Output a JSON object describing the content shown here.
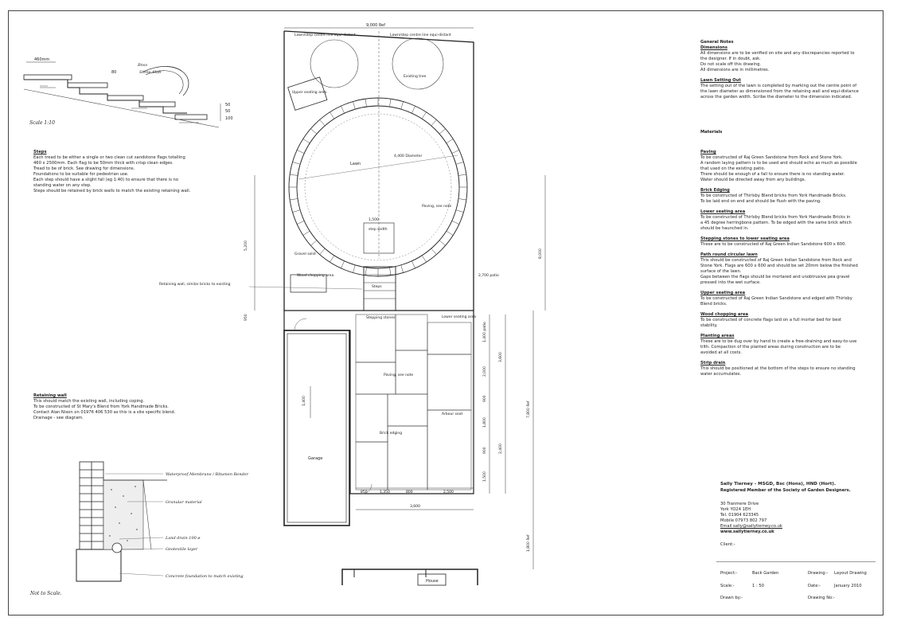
{
  "steps_detail": {
    "dims": [
      "460mm",
      "80",
      "50",
      "50",
      "100"
    ],
    "label_bnss": "Bnss",
    "label_stone_slab": "Stone Slab",
    "scale": "Scale 1:10"
  },
  "steps_notes": {
    "heading": "Steps",
    "lines": [
      "Each tread to be either a single or two clean cut sandstone flags totalling",
      "460 x 2500mm. Each flag to be 50mm thick with crisp clean edges.",
      "Tread to be of brick. See drawing for dimensions.",
      "Foundations to be suitable for pedestrian use.",
      "Each step should have a slight fall (eg 1:40) to ensure that there is no",
      "standing water on any step.",
      "Steps should be retained by brick walls to match the existing retaining wall."
    ]
  },
  "retaining_notes": {
    "heading": "Retaining wall",
    "lines": [
      "This should match the existing wall, including coping.",
      "To be constructed of St Mary's Blend from York Handmade Bricks.",
      "Contact Alan Nixon on 01976 406 530 as this is a site specific blend.",
      "Drainage - see diagram."
    ]
  },
  "wall_section": {
    "labels": [
      "Waterproof Membrane / Bitumen Render",
      "Granular material",
      "Land drain 100 ø",
      "Geotextile layer",
      "Concrete foundation to match existing"
    ],
    "not_to_scale": "Not to Scale."
  },
  "plan": {
    "top_dim": "9,000 Ref",
    "lawn_note_left": "Lawn/step centre line equi-distant",
    "lawn_note_right": "Lawn/step centre line equi-distant",
    "existing_tree": "Existing tree",
    "upper_seating": "Upper seating area",
    "lawn": "Lawn",
    "diameter": "4,400 Diameter",
    "paving": "Paving, see note",
    "step_dim": "1,500",
    "step_width": "step width",
    "gravel": "Gravel solid",
    "wood_chopping": "Wood chopping area",
    "steps": "Steps",
    "retaining_label": "Retaining wall, similar bricks to existing",
    "patio": "2,700 patio",
    "stepping_stones": "Stepping stones",
    "lower_seating": "Lower seating area",
    "paving2": "Paving, see note",
    "arbour": "Arbour seat",
    "brick_edging": "Brick edging",
    "garage": "Garage",
    "house": "House",
    "dims_left": [
      "5,200",
      "950",
      "1,400"
    ],
    "dims_right": [
      "8,000",
      "1,400 patio",
      "2,000",
      "3,600",
      "900",
      "1,800",
      "900",
      "1,500",
      "2,400",
      "7,800 Ref",
      "1,800 Ref"
    ],
    "dims_bottom": [
      "850",
      "1,350",
      "800",
      "2,500",
      "3,600"
    ]
  },
  "general_notes": {
    "heading": "General Notes",
    "dimensions_heading": "Dimensions",
    "dimensions_lines": [
      "All dimensions are to be verified on site and any discrepancies reported to",
      "the designer. If in doubt, ask.",
      "Do not scale off this drawing.",
      "All dimensions are in millimetres."
    ],
    "lawn_heading": "Lawn Setting Out",
    "lawn_lines": [
      "The setting out of the lawn is completed by marking out the centre point of",
      "the lawn diameter as dimensioned from the retaining wall and equi-distance",
      "across the garden width. Scribe the diameter to the dimension indicated."
    ]
  },
  "materials": {
    "heading": "Materials",
    "sections": [
      {
        "title": "Paving",
        "lines": [
          "To be constructed of Raj Green Sandstone from Rock and Stone York.",
          "A random laying pattern is to be used and should echo as much as possible",
          "that used on the existing patio.",
          "There should be enough of a fall to ensure there is no standing water.",
          "Water should be directed away from any buildings."
        ]
      },
      {
        "title": "Brick Edging",
        "lines": [
          "To be constructed of Thirlsby Blend bricks from York Handmade Bricks.",
          "To be laid end on end and should be flush with the paving."
        ]
      },
      {
        "title": "Lower seating area",
        "lines": [
          "To be constructed of Thirlsby Blend bricks from York Handmade Bricks in",
          "a 45 degree herringbone pattern. To be edged with the same brick which",
          "should be haunched in."
        ]
      },
      {
        "title": "Stepping stones to lower seating area",
        "lines": [
          "These are to be constructed of Raj Green Indian Sandstone 600 x 600."
        ]
      },
      {
        "title": "Path round circular lawn",
        "lines": [
          "This should be constructed of Raj Green Indian Sandstone from Rock and",
          "Stone York. Flags are 600 x 600 and should be set 20mm below the finished",
          "surface of the lawn.",
          "Gaps between the flags should be mortared and unobtrusive pea gravel",
          "pressed into the wet surface."
        ]
      },
      {
        "title": "Upper seating area",
        "lines": [
          "To be constructed of Raj Green Indian Sandstone and edged with Thirlsby",
          "Blend bricks."
        ]
      },
      {
        "title": "Wood chopping area",
        "lines": [
          "To be constructed of concrete flags laid on a full mortar bed for best",
          "stability."
        ]
      },
      {
        "title": "Planting areas",
        "lines": [
          "These are to be dug over by hand to create a free-draining and easy-to-use",
          "tilth. Compaction of the planted areas during construction are to be",
          "avoided at all costs."
        ]
      },
      {
        "title": "Strip drain",
        "lines": [
          "This should be positioned at the bottom of the steps to ensure no standing",
          "water accumulates."
        ]
      }
    ]
  },
  "title_block": {
    "name": "Sally Tierney - MSGD, Bsc (Hons), HND (Hort).",
    "member": "Registered Member of the Society of Garden Designers.",
    "address": [
      "30 Tranmere Drive",
      "York YO24 1EH",
      "Tel. 01904 623345",
      "Mobile 07973 802 797",
      "Email sally@sallytierney.co.uk",
      "www.sallytierney.co.uk"
    ],
    "client_label": "Client:-",
    "project_label": "Project:-",
    "project_value": "Back Garden",
    "drawing_label": "Drawing:-",
    "drawing_value": "Layout Drawing",
    "scale_label": "Scale:-",
    "scale_value": "1 : 50",
    "date_label": "Date:-",
    "date_value": "January 2010",
    "drawn_label": "Drawn by:-",
    "drawing_no_label": "Drawing No:-"
  }
}
